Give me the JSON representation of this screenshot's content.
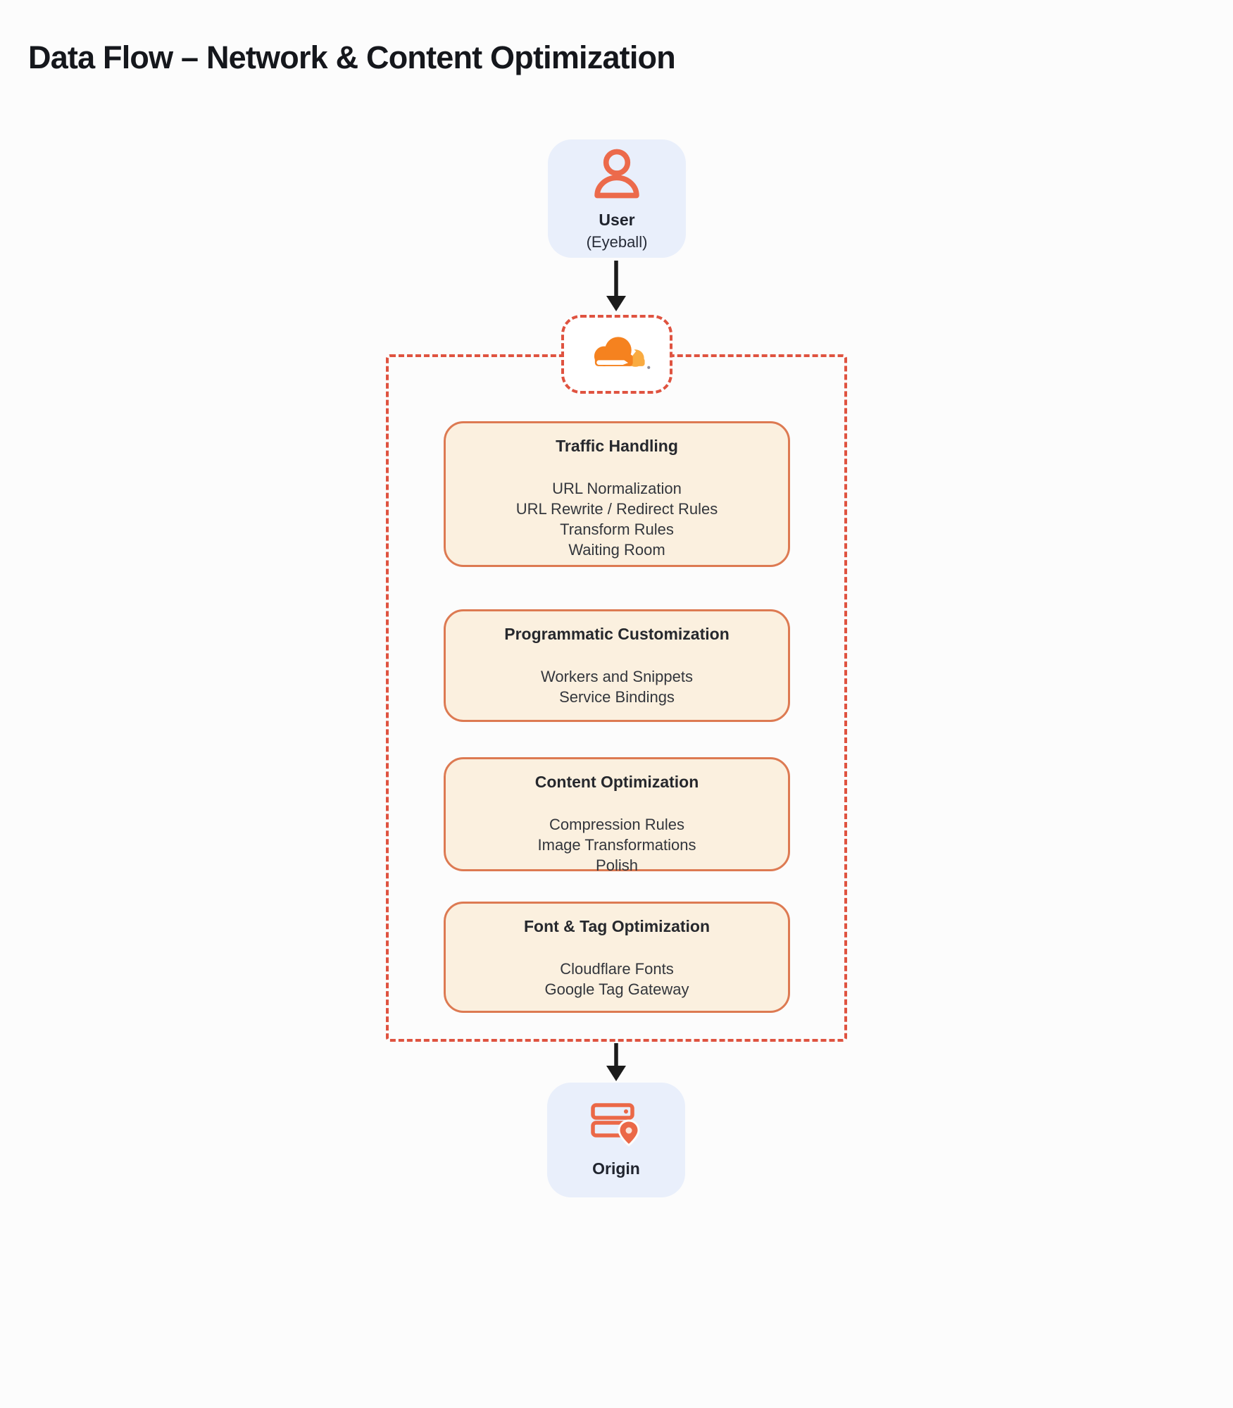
{
  "page": {
    "title": "Data Flow – Network & Content Optimization"
  },
  "nodes": {
    "user": {
      "label": "User",
      "sublabel": "(Eyeball)",
      "icon": "user-icon"
    },
    "edge_badge": {
      "icon": "cloudflare-logo-icon"
    },
    "origin": {
      "label": "Origin",
      "icon": "server-pin-icon"
    }
  },
  "pipeline": {
    "boxes": [
      {
        "title": "Traffic Handling",
        "items": [
          "URL Normalization",
          "URL Rewrite / Redirect Rules",
          "Transform Rules",
          "Waiting Room"
        ]
      },
      {
        "title": "Programmatic Customization",
        "items": [
          "Workers and Snippets",
          "Service Bindings"
        ]
      },
      {
        "title": "Content Optimization",
        "items": [
          "Compression Rules",
          "Image Transformations",
          "Polish"
        ]
      },
      {
        "title": "Font & Tag Optimization",
        "items": [
          "Cloudflare Fonts",
          "Google Tag Gateway"
        ]
      }
    ]
  },
  "icons": {
    "user": "user-icon",
    "cloudflare": "cloudflare-logo-icon",
    "origin": "server-pin-icon",
    "flow": "arrow-down-icon"
  },
  "colors": {
    "accent_icon_orange": "#ec6a4b",
    "dashed_border": "#df5340",
    "box_fill": "#fbf0df",
    "box_border": "#dd7a52",
    "node_fill": "#e9effb",
    "cloudflare_orange": "#f5821f",
    "cloudflare_light_orange": "#f9ab41",
    "arrow_black": "#1b1b1b",
    "text_dark": "#20242e"
  }
}
